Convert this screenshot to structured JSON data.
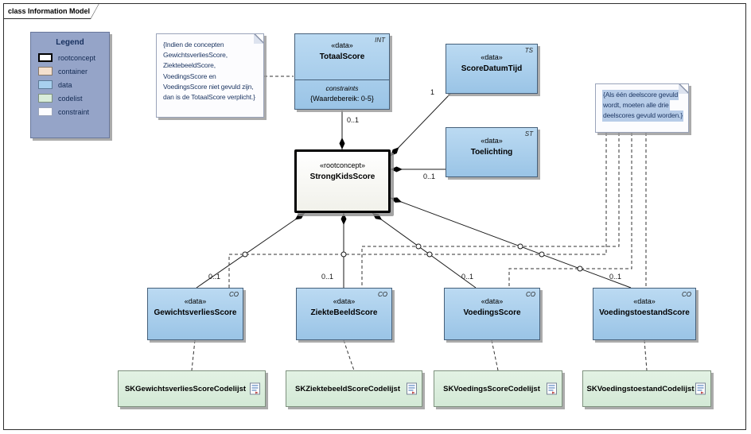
{
  "frame": {
    "tab_label": "class Information Model"
  },
  "legend": {
    "title": "Legend",
    "items": [
      {
        "label": "rootconcept"
      },
      {
        "label": "container"
      },
      {
        "label": "data"
      },
      {
        "label": "codelist"
      },
      {
        "label": "constraint"
      }
    ]
  },
  "colors": {
    "data_fill": "#A8D0EE",
    "rootconcept_fill": "#FFFFFF",
    "container_fill": "#F4E0CE",
    "codelist_fill": "#D9EDDA",
    "note_fill": "#FCFCFE",
    "note_text": "#1F3864",
    "legend_fill": "#95A4C8",
    "note_highlight": "#B7CCE8"
  },
  "notes": {
    "totaalscore_constraint": {
      "lines": [
        "{Indien de concepten",
        "GewichtsverliesScore,",
        "ZiektebeeldScore,",
        "VoedingsScore en",
        "VoedingsScore niet gevuld zijn,",
        "dan is de TotaalScore verplicht.}"
      ]
    },
    "deelscore_constraint": {
      "lines": [
        "{Als één deelscore gevuld",
        "wordt, moeten alle drie",
        "deelscores gevuld worden.}"
      ]
    }
  },
  "classes": {
    "totaalscore": {
      "stereotype": "«data»",
      "name": "TotaalScore",
      "type_marker": "INT",
      "constraints_label": "constraints",
      "constraints_value": "{Waardebereik: 0-5}"
    },
    "scoredatumtijd": {
      "stereotype": "«data»",
      "name": "ScoreDatumTijd",
      "type_marker": "TS"
    },
    "toelichting": {
      "stereotype": "«data»",
      "name": "Toelichting",
      "type_marker": "ST"
    },
    "strongkidsscore": {
      "stereotype": "«rootconcept»",
      "name": "StrongKidsScore"
    },
    "gewichtsverliesscore": {
      "stereotype": "«data»",
      "name": "GewichtsverliesScore",
      "type_marker": "CO"
    },
    "ziektebeeldscore": {
      "stereotype": "«data»",
      "name": "ZiekteBeeldScore",
      "type_marker": "CO"
    },
    "voedingsscore": {
      "stereotype": "«data»",
      "name": "VoedingsScore",
      "type_marker": "CO"
    },
    "voedingstoestandscore": {
      "stereotype": "«data»",
      "name": "VoedingstoestandScore",
      "type_marker": "CO"
    }
  },
  "codelists": {
    "gewichtsverlies": {
      "label": "SKGewichtsverliesScoreCodelijst"
    },
    "ziektebeeld": {
      "label": "SKZiektebeeldScoreCodelijst"
    },
    "voedings": {
      "label": "SKVoedingsScoreCodelijst"
    },
    "voedingstoestand": {
      "label": "SKVoedingstoestandCodelijst"
    }
  },
  "multiplicities": {
    "totaalscore": "0..1",
    "scoredatumtijd": "1",
    "toelichting": "0..1",
    "gewichtsverlies": "0..1",
    "ziektebeeld": "0..1",
    "voedings": "0..1",
    "voedingstoestand": "0..1"
  }
}
